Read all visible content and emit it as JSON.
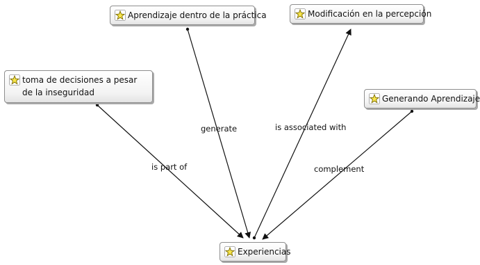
{
  "diagram": {
    "nodes": [
      {
        "id": "aprendizaje",
        "label": "Aprendizaje dentro de la práctica"
      },
      {
        "id": "modificacion",
        "label": "Modificación en la percepción"
      },
      {
        "id": "toma",
        "label": "toma de decisiones a pesar de la inseguridad"
      },
      {
        "id": "generando",
        "label": "Generando Aprendizajes"
      },
      {
        "id": "experiencias",
        "label": "Experiencias"
      }
    ],
    "edges": [
      {
        "from": "toma",
        "to": "experiencias",
        "label": "is part of"
      },
      {
        "from": "aprendizaje",
        "to": "experiencias",
        "label": "generate"
      },
      {
        "from": "experiencias",
        "to": "modificacion",
        "label": "is associated with"
      },
      {
        "from": "generando",
        "to": "experiencias",
        "label": "complement"
      }
    ],
    "node_icon": "concept-star-icon",
    "colors": {
      "line": "#111111",
      "node_border": "#8e8e8e",
      "node_shadow": "#a9a9a9",
      "icon_fill": "#f7e54a",
      "icon_stroke": "#7a6a00"
    }
  }
}
